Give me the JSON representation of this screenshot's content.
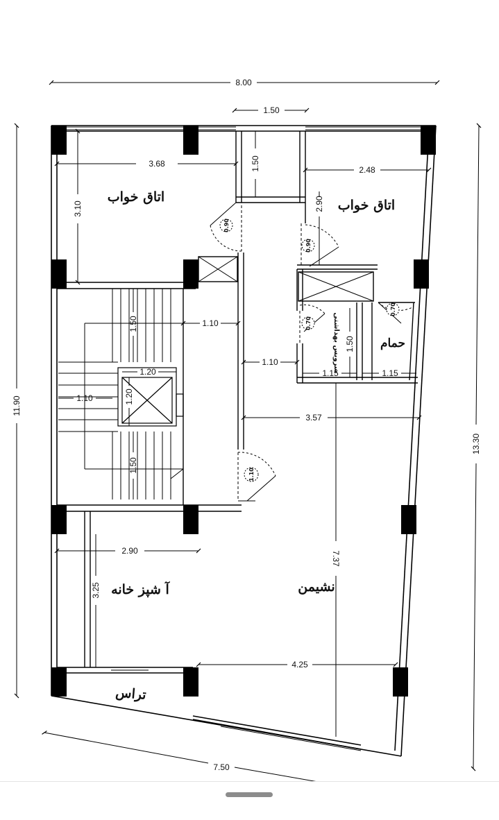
{
  "plan": {
    "dimensions": {
      "overall_width_top": "8.00",
      "balcony_width": "1.50",
      "overall_height_left": "11.90",
      "overall_height_right": "13.30",
      "bottom_width": "7.50",
      "bedroom1_width": "3.68",
      "bedroom1_height": "3.10",
      "balcony_depth": "1.50",
      "bedroom2_width": "2.48",
      "bedroom2_height": "2.90",
      "stair_flight_upper": "1.50",
      "stair_landing_width": "1.10",
      "corridor_width": "1.10",
      "elevator_width": "1.20",
      "elevator_depth": "1.20",
      "stair_width": "1.10",
      "stair_flight_lower": "1.50",
      "wc_length": "1.50",
      "wc_width": "1.15",
      "bath_width": "1.15",
      "living_width": "3.57",
      "living_length": "7.37",
      "kitchen_width": "2.90",
      "kitchen_length": "3.25",
      "living_bottom_width": "4.25"
    },
    "rooms": {
      "bedroom1": "اتاق خواب",
      "bedroom2": "اتاق خواب",
      "wc": "سرویس بهداشتی",
      "bath": "حمام",
      "kitchen": "آ شپز خانه",
      "living": "نشیمن",
      "terrace": "تراس"
    },
    "door_tags": {
      "bedroom1_door": "0.90",
      "bedroom2_door": "0.90",
      "wc_door": "0.70",
      "bath_door": "0.70",
      "entry_door": "1.10"
    }
  }
}
